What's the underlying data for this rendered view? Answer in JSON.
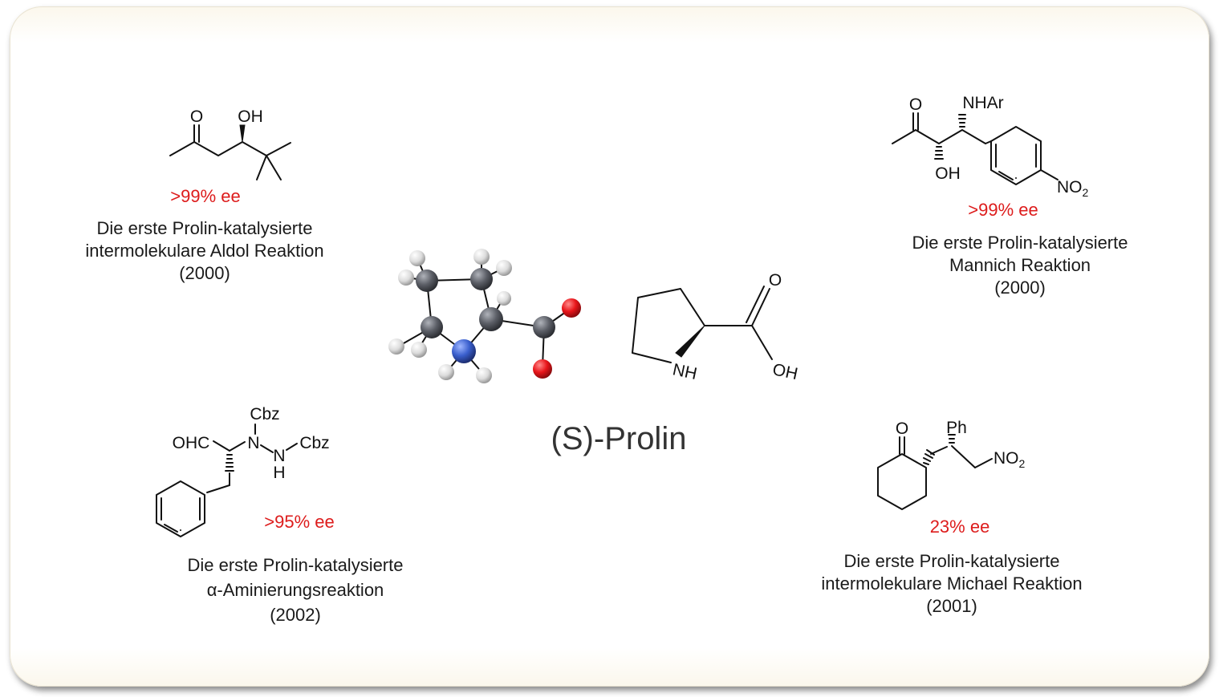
{
  "proline": {
    "name_prefix": "(",
    "name_stereo": "S",
    "name_suffix": ")-Prolin",
    "atom_nh": "NH",
    "atom_o": "O",
    "atom_oh": "OH"
  },
  "aldol": {
    "atom_o": "O",
    "atom_oh": "OH",
    "ee": ">99% ee",
    "caption": [
      "Die erste Prolin-katalysierte",
      "intermolekulare Aldol Reaktion",
      "(2000)"
    ]
  },
  "mannich": {
    "atom_o": "O",
    "atom_nhar": "NHAr",
    "atom_oh": "OH",
    "atom_no2_main": "NO",
    "atom_no2_sub": "2",
    "ee": ">99% ee",
    "caption": [
      "Die erste Prolin-katalysierte",
      "Mannich Reaktion",
      "(2000)"
    ]
  },
  "amination": {
    "atom_ohc": "OHC",
    "atom_n1": "N",
    "atom_cbz1": "Cbz",
    "atom_n2": "N",
    "atom_h": "H",
    "atom_cbz2": "Cbz",
    "ee": ">95% ee",
    "caption": [
      "Die erste Prolin-katalysierte",
      "α-Aminierungsreaktion",
      "(2002)"
    ]
  },
  "michael": {
    "atom_o": "O",
    "atom_ph": "Ph",
    "atom_no2_main": "NO",
    "atom_no2_sub": "2",
    "ee": "23% ee",
    "caption": [
      "Die erste Prolin-katalysierte",
      "intermolekulare Michael Reaktion",
      "(2001)"
    ]
  },
  "colors": {
    "ee_red": "#dd1c1c",
    "carbon_grey": "#5b5e66",
    "nitrogen_blue": "#3a5fcd",
    "oxygen_red": "#e8151a",
    "hydrogen_white": "#f0f0f0"
  }
}
